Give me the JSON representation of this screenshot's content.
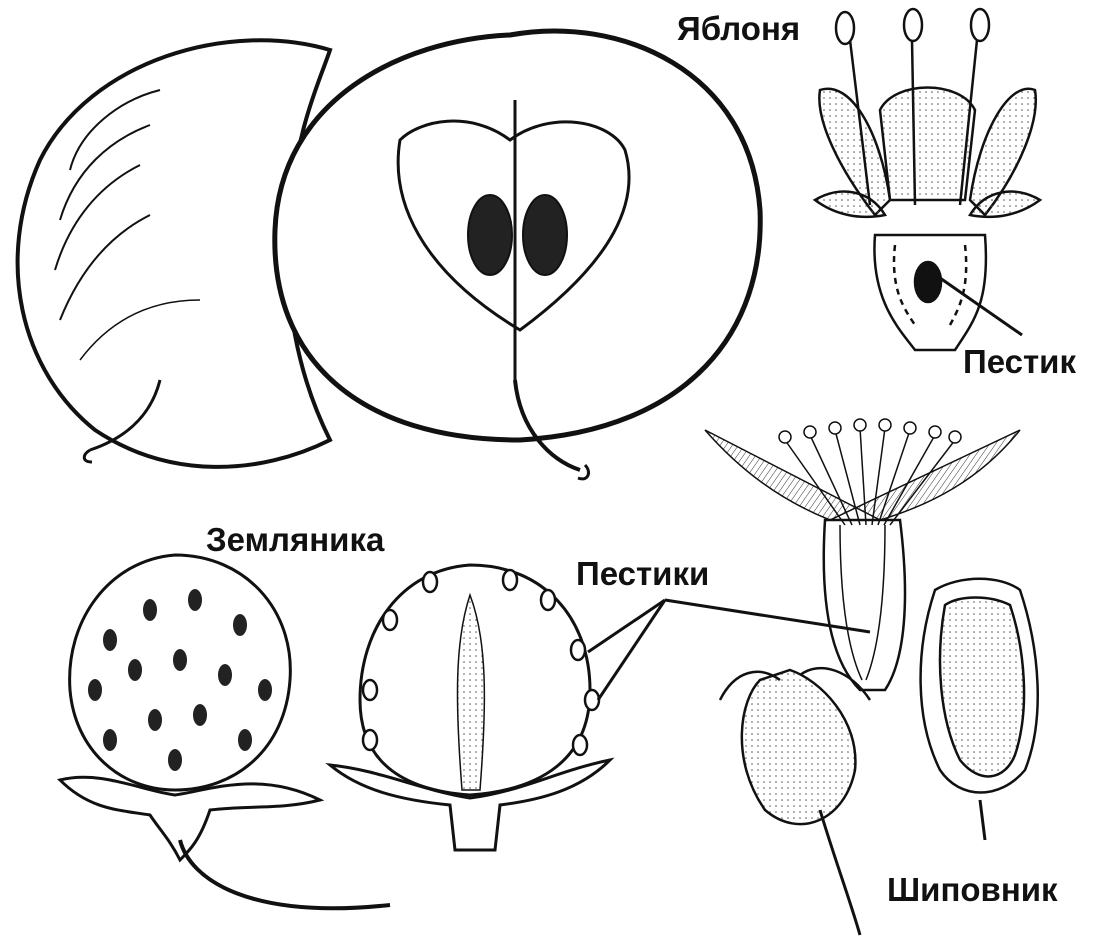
{
  "labels": {
    "apple": "Яблоня",
    "pistil": "Пестик",
    "strawberry": "Земляника",
    "pistils": "Пестики",
    "rosehip": "Шиповник"
  },
  "colors": {
    "ink": "#111111",
    "paper": "#ffffff",
    "stipple": "#555555"
  }
}
